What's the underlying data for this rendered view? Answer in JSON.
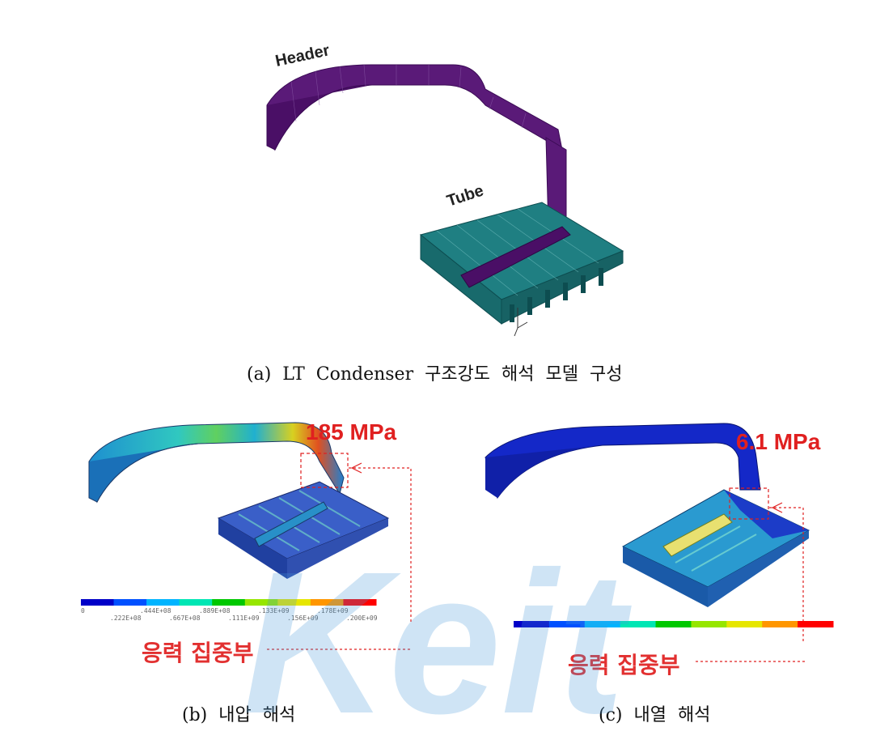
{
  "figure_a": {
    "header_label": "Header",
    "tube_label": "Tube",
    "caption": "(a)  LT  Condenser  구조강도  해석  모델  구성"
  },
  "figure_b": {
    "max_stress": "185 MPa",
    "concentration_label": "응력 집중부",
    "caption": "(b)  내압  해석",
    "colorbar_ticks_top": [
      "0",
      ".444E+08",
      ".889E+08",
      ".133E+09",
      ".178E+09"
    ],
    "colorbar_ticks_bottom": [
      ".222E+08",
      ".667E+08",
      ".111E+09",
      ".156E+09",
      ".200E+09"
    ]
  },
  "figure_c": {
    "max_stress": "6.1 MPa",
    "concentration_label": "응력 집중부",
    "caption": "(c)  내열  해석"
  },
  "watermark": {
    "text": "Keit"
  },
  "colors": {
    "header_purple": "#5a1a78",
    "tube_teal": "#1f7f82",
    "callout_red": "#e02020",
    "colorbar": [
      "#0000c8",
      "#0050ff",
      "#00b4ff",
      "#00e6b4",
      "#00c800",
      "#96e600",
      "#e6e600",
      "#ff9600",
      "#ff0000"
    ]
  }
}
